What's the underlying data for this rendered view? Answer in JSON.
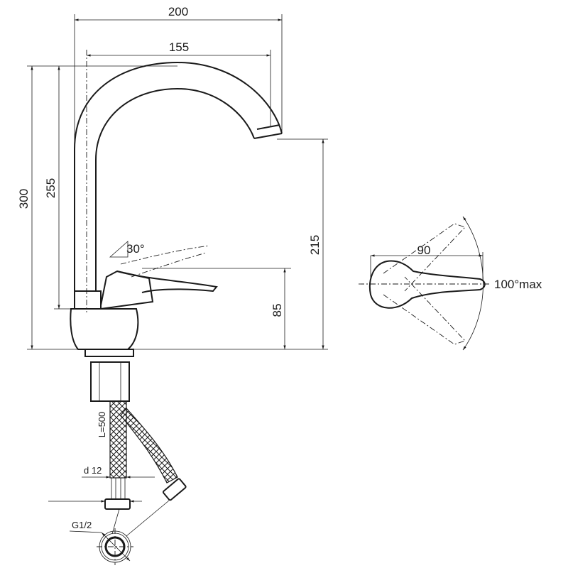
{
  "drawing": {
    "dimensions": {
      "total_reach": "200",
      "spout_reach": "155",
      "total_height": "300",
      "spout_height": "255",
      "outlet_height": "215",
      "lever_height": "85",
      "lever_tilt": "30°",
      "handle_length": "90",
      "handle_rotation": "100°max",
      "hose_length": "L=500",
      "hose_diameter": "d 12",
      "thread": "G1/2"
    },
    "line_color": "#1a1a1a"
  }
}
